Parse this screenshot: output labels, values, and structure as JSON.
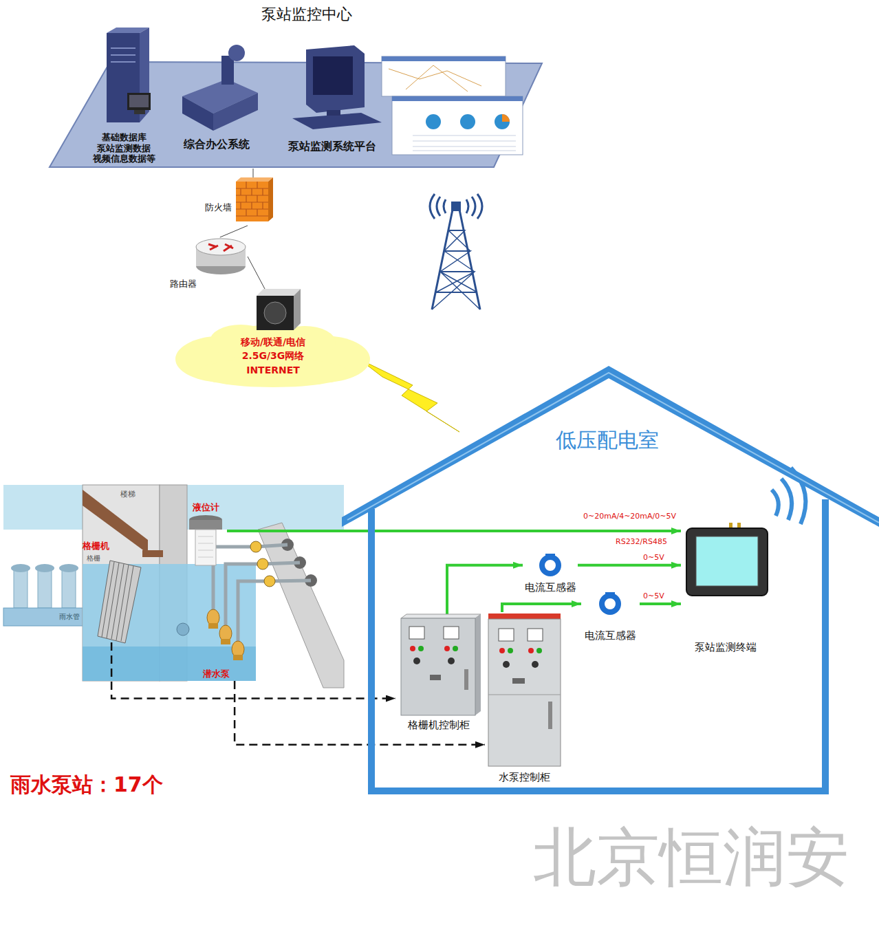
{
  "diagram": {
    "nodes": [
      {
        "text": [
          "泵站监控中心"
        ]
      },
      {
        "text": [
          "基础数据库 泵站监测数据 视频信息数据等"
        ],
        "in": 0
      },
      {
        "text": [
          "综合办公系统"
        ],
        "in": 0
      },
      {
        "text": [
          "泵站监测系统平台"
        ],
        "in": 0
      },
      {
        "text": [
          "防火墙"
        ]
      },
      {
        "text": [
          "路由器"
        ]
      },
      {
        "text": [
          "移动/联通/电信 2.5G/3G网络 INTERNET"
        ]
      },
      {
        "text": [
          "格栅机"
        ]
      },
      {
        "text": [
          "液位计"
        ]
      },
      {
        "text": [
          "潜水泵"
        ]
      },
      {
        "text": [
          "低压配电室"
        ]
      },
      {
        "text": [
          "电流互感器"
        ],
        "in": 10
      },
      {
        "text": [
          "电流互感器"
        ],
        "in": 10
      },
      {
        "text": [
          "泵站监测终端"
        ],
        "in": 10
      },
      {
        "text": [
          "格栅机控制柜"
        ],
        "in": 10
      },
      {
        "text": [
          "水泵控制柜"
        ],
        "in": 10
      }
    ],
    "edges": [
      {
        "from": 4,
        "to": 0,
        "arrow": "none"
      },
      {
        "from": 5,
        "to": 4,
        "arrow": "none"
      },
      {
        "from": 6,
        "to": 5,
        "arrow": "none"
      },
      {
        "from": 8,
        "to": 13,
        "label": "0~20mA/4~20mA/0~5V",
        "arrow": "to"
      },
      {
        "from": 14,
        "to": 11,
        "arrow": "to"
      },
      {
        "from": 11,
        "to": 13,
        "label": "0~5V",
        "arrow": "to"
      },
      {
        "from": 15,
        "to": 12,
        "arrow": "to"
      },
      {
        "from": 12,
        "to": 13,
        "label": "0~5V",
        "arrow": "to"
      },
      {
        "from": 7,
        "to": 14,
        "arrow": "to"
      },
      {
        "from": 9,
        "to": 15,
        "arrow": "to"
      }
    ],
    "labels": [
      "楼梯",
      "格栅",
      "雨水管",
      "RS232/RS485",
      "雨水泵站：17个",
      "北京恒润安"
    ]
  }
}
